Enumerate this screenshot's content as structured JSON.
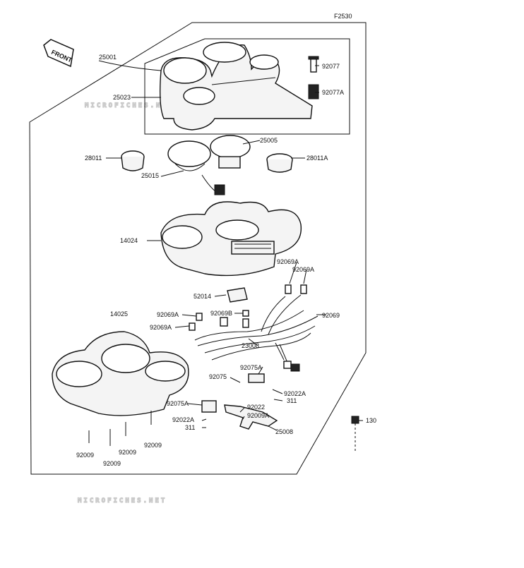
{
  "figure_code": "F2530",
  "front_label": "FRONT",
  "watermark": "MICROFICHES.NET",
  "parts": {
    "p25001": "25001",
    "p25023": "25023",
    "p92077": "92077",
    "p92077A": "92077A",
    "p25005": "25005",
    "p28011": "28011",
    "p28011A": "28011A",
    "p25015": "25015",
    "p14024": "14024",
    "p92069A_1": "92069A",
    "p92069A_2": "92069A",
    "p52014": "52014",
    "p92069A_3": "92069A",
    "p92069B": "92069B",
    "p92069": "92069",
    "p92069A_4": "92069A",
    "p14025": "14025",
    "p23008": "23008",
    "p92075A_1": "92075A",
    "p92075": "92075",
    "p92022A_1": "92022A",
    "p311_1": "311",
    "p92075A_2": "92075A",
    "p92022": "92022",
    "p92009A": "92009A",
    "p130": "130",
    "p92022A_2": "92022A",
    "p311_2": "311",
    "p25008": "25008",
    "p92009_1": "92009",
    "p92009_2": "92009",
    "p92009_3": "92009",
    "p92009_4": "92009"
  }
}
